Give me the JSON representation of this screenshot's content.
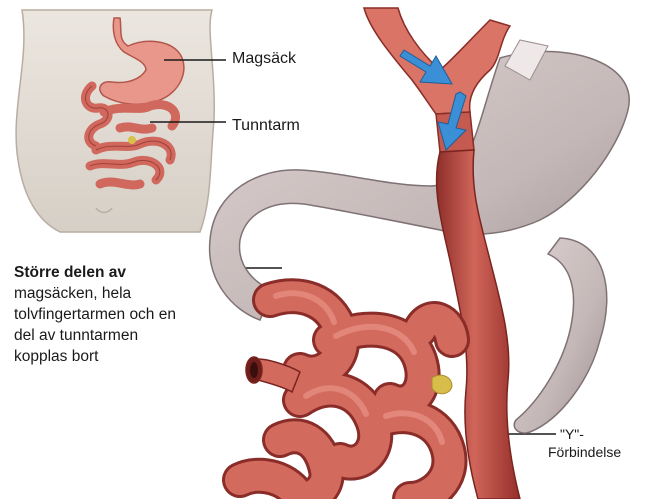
{
  "labels": {
    "magsack": "Magsäck",
    "tunntarm": "Tunntarm",
    "y_junction_top": "\"Y\"-",
    "y_junction_bottom": "Förbindelse"
  },
  "caption": {
    "heading": "Större delen av",
    "lines": [
      "magsäcken, hela",
      "tolvfingertarmen och en",
      "del av tunntarmen",
      "kopplas bort"
    ]
  },
  "colors": {
    "intestine": "#c9584e",
    "intestine_dark": "#8a2c28",
    "bypassed_stomach": "#c8bcbc",
    "torso_skin": "#e4ded6",
    "flow_arrow": "#3a8fd6"
  },
  "icons": [
    "arrow-down-icon"
  ]
}
